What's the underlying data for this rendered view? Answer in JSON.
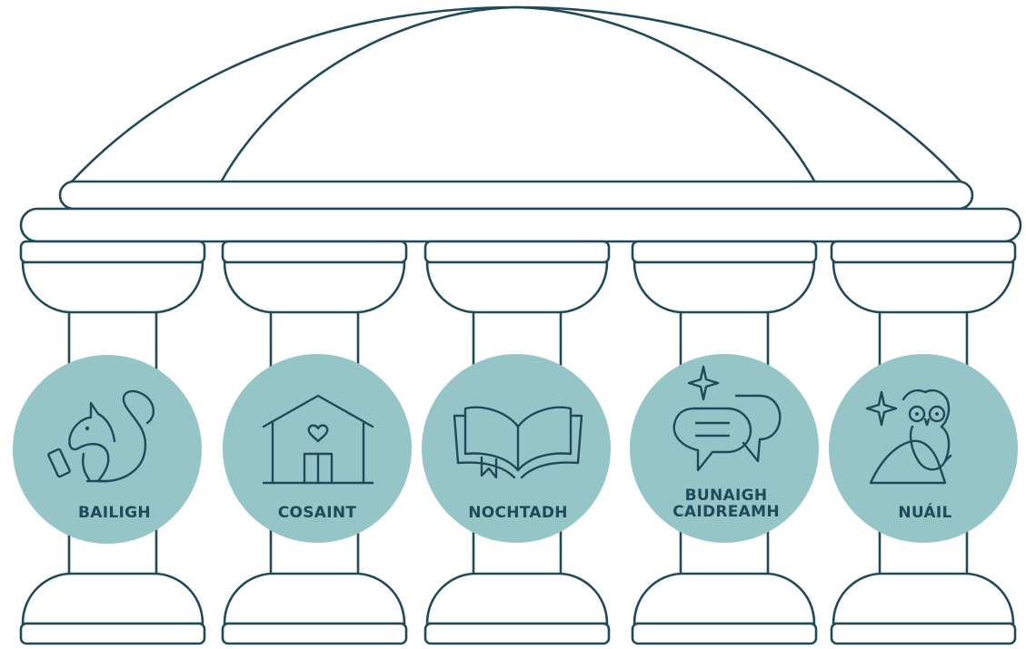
{
  "colors": {
    "outline": "#1f4a5a",
    "disc": "#96c5c7",
    "background": "#ffffff"
  },
  "pillars": [
    {
      "icon": "squirrel-icon",
      "label_lines": [
        "BAILIGH"
      ]
    },
    {
      "icon": "house-heart-icon",
      "label_lines": [
        "COSAINT"
      ]
    },
    {
      "icon": "open-book-icon",
      "label_lines": [
        "NOCHTADH"
      ]
    },
    {
      "icon": "speech-bubbles-icon",
      "label_lines": [
        "BUNAIGH",
        "CAIDREAMH"
      ]
    },
    {
      "icon": "owl-icon",
      "label_lines": [
        "NUÁIL"
      ]
    }
  ]
}
